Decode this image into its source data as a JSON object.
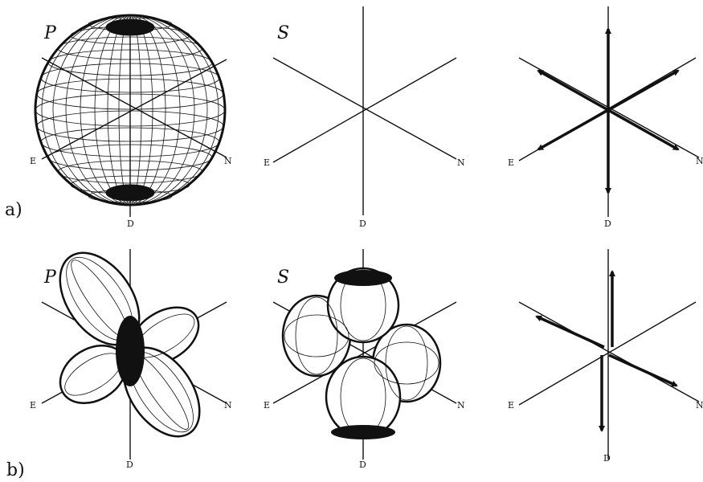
{
  "colors": {
    "ink": "#111111",
    "background": "#ffffff"
  },
  "axes": {
    "north": "N",
    "east": "E",
    "down": "D"
  },
  "rows": [
    {
      "label": "a)",
      "panels": [
        {
          "kind": "p-pattern-sphere",
          "wave": "P"
        },
        {
          "kind": "s-pattern-empty",
          "wave": "S"
        },
        {
          "kind": "force-couple-arrows",
          "wave": ""
        }
      ]
    },
    {
      "label": "b)",
      "panels": [
        {
          "kind": "p-pattern-quadrant-lobes",
          "wave": "P"
        },
        {
          "kind": "s-pattern-quadrant-lobes",
          "wave": "S"
        },
        {
          "kind": "double-couple-arrows",
          "wave": ""
        }
      ]
    }
  ]
}
